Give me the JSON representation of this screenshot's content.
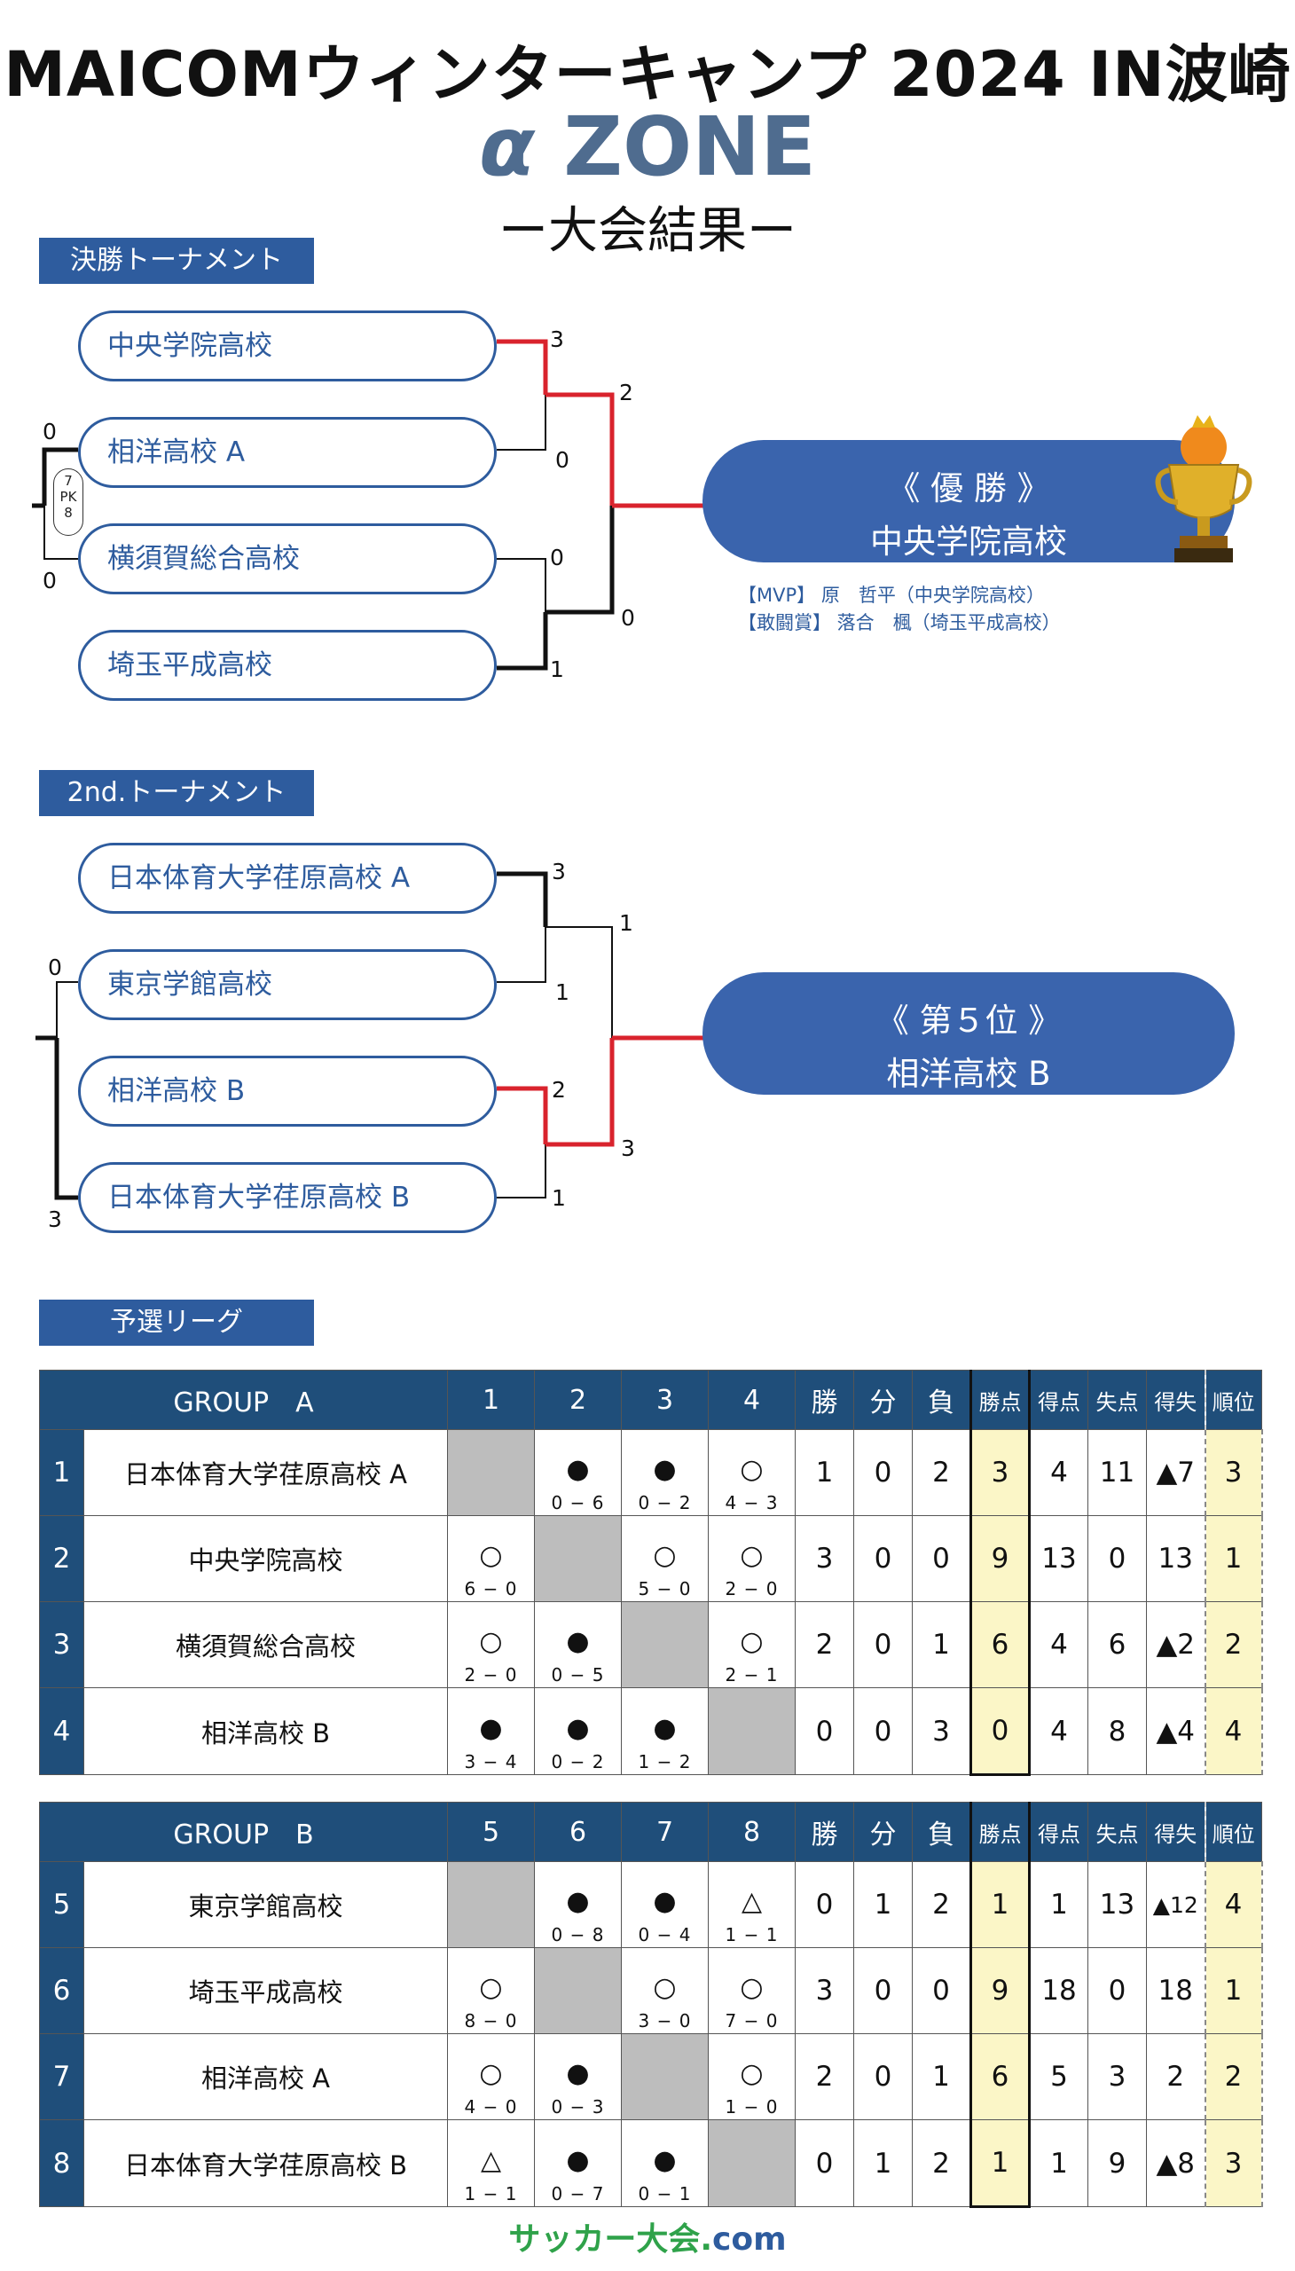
{
  "header": {
    "title": "MAICOMウィンターキャンプ 2024 IN波崎",
    "zone_alpha": "α",
    "zone_text": "ZONE",
    "results": "ー大会結果ー"
  },
  "final": {
    "section": "決勝トーナメント",
    "teams": [
      "中央学院高校",
      "相洋高校 A",
      "横須賀総合高校",
      "埼玉平成高校"
    ],
    "scores": {
      "m1_top": "3",
      "m1_bot": "0",
      "m2_top": "0",
      "m2_bot": "1",
      "f_top": "2",
      "f_bot": "0",
      "left_top": "0",
      "left_bot": "0",
      "pk": "7 PK 8"
    },
    "winner_label": "《 優 勝 》",
    "winner_team": "中央学院高校",
    "mvp": "【MVP】 原　哲平（中央学院高校）",
    "fight": "【敢闘賞】 落合　楓（埼玉平成高校）"
  },
  "second": {
    "section": "2nd.トーナメント",
    "teams": [
      "日本体育大学荏原高校 A",
      "東京学館高校",
      "相洋高校 B",
      "日本体育大学荏原高校 B"
    ],
    "scores": {
      "m1_top": "3",
      "m1_bot": "1",
      "m2_top": "2",
      "m2_bot": "1",
      "f_top": "1",
      "f_bot": "3",
      "left_top": "0",
      "left_bot": "3"
    },
    "winner_label": "《 第５位 》",
    "winner_team": "相洋高校 B"
  },
  "league": {
    "section": "予選リーグ",
    "groupA": {
      "header": [
        "GROUP　A",
        "1",
        "2",
        "3",
        "4",
        "勝",
        "分",
        "負",
        "勝点",
        "得点",
        "失点",
        "得失",
        "順位"
      ],
      "rows": [
        {
          "idx": "1",
          "team": "日本体育大学荏原高校 A",
          "cells": [
            null,
            {
              "m": "●",
              "s": "0 − 6"
            },
            {
              "m": "●",
              "s": "0 − 2"
            },
            {
              "m": "○",
              "s": "4 − 3"
            }
          ],
          "stats": [
            "1",
            "0",
            "2",
            "3",
            "4",
            "11",
            "▲7",
            "3"
          ]
        },
        {
          "idx": "2",
          "team": "中央学院高校",
          "cells": [
            {
              "m": "○",
              "s": "6 − 0"
            },
            null,
            {
              "m": "○",
              "s": "5 − 0"
            },
            {
              "m": "○",
              "s": "2 − 0"
            }
          ],
          "stats": [
            "3",
            "0",
            "0",
            "9",
            "13",
            "0",
            "13",
            "1"
          ]
        },
        {
          "idx": "3",
          "team": "横須賀総合高校",
          "cells": [
            {
              "m": "○",
              "s": "2 − 0"
            },
            {
              "m": "●",
              "s": "0 − 5"
            },
            null,
            {
              "m": "○",
              "s": "2 − 1"
            }
          ],
          "stats": [
            "2",
            "0",
            "1",
            "6",
            "4",
            "6",
            "▲2",
            "2"
          ]
        },
        {
          "idx": "4",
          "team": "相洋高校 B",
          "cells": [
            {
              "m": "●",
              "s": "3 − 4"
            },
            {
              "m": "●",
              "s": "0 − 2"
            },
            {
              "m": "●",
              "s": "1 − 2"
            },
            null
          ],
          "stats": [
            "0",
            "0",
            "3",
            "0",
            "4",
            "8",
            "▲4",
            "4"
          ]
        }
      ]
    },
    "groupB": {
      "header": [
        "GROUP　B",
        "5",
        "6",
        "7",
        "8",
        "勝",
        "分",
        "負",
        "勝点",
        "得点",
        "失点",
        "得失",
        "順位"
      ],
      "rows": [
        {
          "idx": "5",
          "team": "東京学館高校",
          "cells": [
            null,
            {
              "m": "●",
              "s": "0 − 8"
            },
            {
              "m": "●",
              "s": "0 − 4"
            },
            {
              "m": "△",
              "s": "1 − 1"
            }
          ],
          "stats": [
            "0",
            "1",
            "2",
            "1",
            "1",
            "13",
            "▲12",
            "4"
          ]
        },
        {
          "idx": "6",
          "team": "埼玉平成高校",
          "cells": [
            {
              "m": "○",
              "s": "8 − 0"
            },
            null,
            {
              "m": "○",
              "s": "3 − 0"
            },
            {
              "m": "○",
              "s": "7 − 0"
            }
          ],
          "stats": [
            "3",
            "0",
            "0",
            "9",
            "18",
            "0",
            "18",
            "1"
          ]
        },
        {
          "idx": "7",
          "team": "相洋高校 A",
          "cells": [
            {
              "m": "○",
              "s": "4 − 0"
            },
            {
              "m": "●",
              "s": "0 − 3"
            },
            null,
            {
              "m": "○",
              "s": "1 − 0"
            }
          ],
          "stats": [
            "2",
            "0",
            "1",
            "6",
            "5",
            "3",
            "2",
            "2"
          ]
        },
        {
          "idx": "8",
          "team": "日本体育大学荏原高校 B",
          "cells": [
            {
              "m": "△",
              "s": "1 − 1"
            },
            {
              "m": "●",
              "s": "0 − 7"
            },
            {
              "m": "●",
              "s": "0 − 1"
            },
            null
          ],
          "stats": [
            "0",
            "1",
            "2",
            "1",
            "1",
            "9",
            "▲8",
            "3"
          ]
        }
      ]
    }
  },
  "footer": {
    "brand": "サッカー大会.",
    "brand_suffix": "com"
  },
  "colors": {
    "accent": "#2e5c9e",
    "winner_bg": "#3a64ad",
    "table_header": "#1f4e7a",
    "points_bg": "#fbf6c7",
    "line_win": "#d9232d",
    "line": "#111111"
  }
}
